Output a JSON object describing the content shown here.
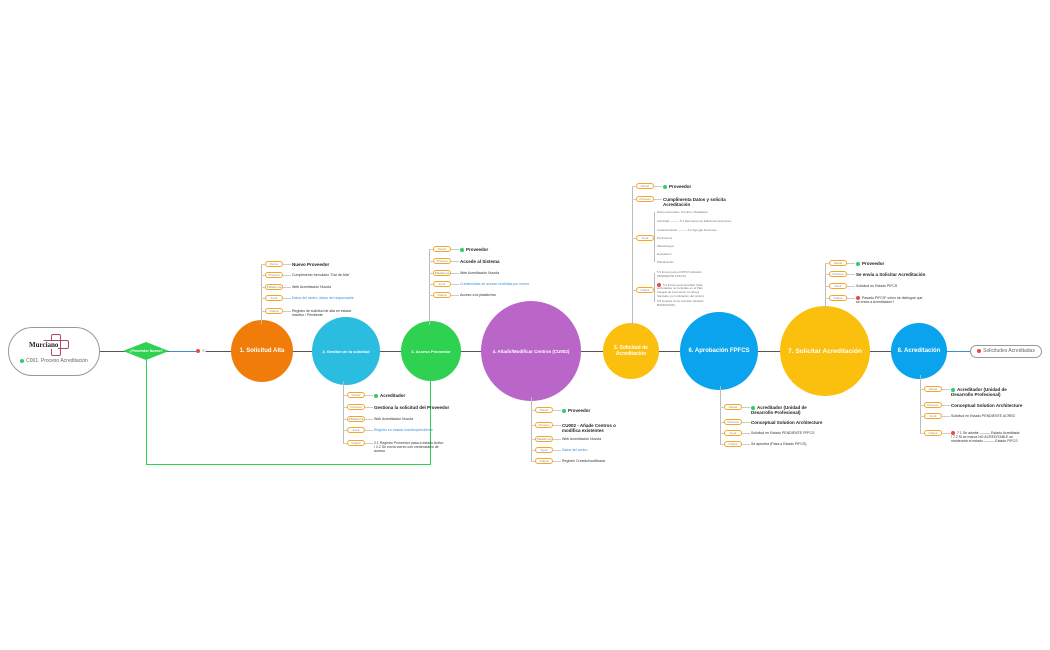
{
  "start": {
    "logo_text": "Servicio Murciano de Salud",
    "title": "C001. Proceso Acreditación",
    "icon": "check-circle-icon"
  },
  "decision": {
    "label": "¿Proveedor Nuevo?",
    "yes_label": "Sí",
    "yes_icon": "error-circle-icon"
  },
  "end": {
    "label": "Solicitudes Acreditadas",
    "icon": "error-circle-icon"
  },
  "colors": {
    "orange": "#f07c0a",
    "cyan": "#2bbde0",
    "green": "#2ed150",
    "purple": "#b966c8",
    "yellow": "#fbbf0e",
    "blue": "#0aa3ee",
    "pill_border": "#f5a623",
    "link": "#3a8fd8"
  },
  "steps": [
    {
      "label": "1. Solicitud Alta",
      "color": "#f07c0a"
    },
    {
      "label": "2. Gestión de la solicitud",
      "color": "#2bbde0"
    },
    {
      "label": "3. Acceso Proveedor",
      "color": "#2ed150"
    },
    {
      "label": "4. Añadir/Modificar Centros (CU002)",
      "color": "#b966c8"
    },
    {
      "label": "5. Solicitud de Acreditación",
      "color": "#fbbf0e"
    },
    {
      "label": "6. Aprobación FPFCS",
      "color": "#0aa3ee"
    },
    {
      "label": "7. Solicitar Acreditación",
      "color": "#fbbf0e"
    },
    {
      "label": "8. Acreditación",
      "color": "#0aa3ee"
    }
  ],
  "branches": [
    {
      "items": [
        {
          "tag": "Owner",
          "text": "Nuevo Proveedor",
          "style": "big"
        },
        {
          "tag": "Proceso",
          "text": "Cumplimento formulario \"Dar de Alta\""
        },
        {
          "tag": "Plataforma",
          "text": "Web Acreditación Nuvola"
        },
        {
          "tag": "Input",
          "text": "Datos del centro, datos del responsable",
          "style": "link"
        },
        {
          "tag": "Output",
          "text": "Registro de solicitud de alta en estado Inactivo / Pendiente"
        }
      ]
    },
    {
      "items": [
        {
          "tag": "Owner",
          "text": "Acreditador",
          "style": "big",
          "icon": "ok"
        },
        {
          "tag": "Proceso",
          "text": "Gestiona la solicitud del Proveedor",
          "style": "big"
        },
        {
          "tag": "Plataforma",
          "text": "Web Acreditación Nuvola"
        },
        {
          "tag": "Input",
          "text": "Registro en estado Inactivo/pendiente",
          "style": "link"
        },
        {
          "tag": "Output",
          "text": "2.1 Registro Proveedor pasa a estado Activo / 2.2 Se envía correo con credenciales de acceso"
        }
      ]
    },
    {
      "items": [
        {
          "tag": "Owner",
          "text": "Proveedor",
          "style": "big",
          "icon": "ok"
        },
        {
          "tag": "Proceso",
          "text": "Accede al Sistema",
          "style": "big"
        },
        {
          "tag": "Plataforma",
          "text": "Web Acreditación Nuvola"
        },
        {
          "tag": "Input",
          "text": "Credenciales de acceso recibidas por correo",
          "style": "link"
        },
        {
          "tag": "Output",
          "text": "Acceso a la plataforma"
        }
      ]
    },
    {
      "items": [
        {
          "tag": "Owner",
          "text": "Proveedor",
          "style": "big",
          "icon": "ok"
        },
        {
          "tag": "Proceso",
          "text": "CU002 - Añade Centros o modifica existentes",
          "style": "big"
        },
        {
          "tag": "Plataforma",
          "text": "Web Acreditación Nuvola"
        },
        {
          "tag": "Input",
          "text": "Datos del centro",
          "style": "link"
        },
        {
          "tag": "Output",
          "text": "Registro Creado/modificado"
        }
      ]
    },
    {
      "items": [
        {
          "tag": "Owner",
          "text": "Proveedor",
          "style": "big",
          "icon": "ok"
        },
        {
          "tag": "Proceso",
          "text": "Cumplimenta Datos y solicita Acreditación",
          "style": "big"
        },
        {
          "tag": "Input",
          "text": ""
        },
        {
          "tag": "Output",
          "text": ""
        }
      ],
      "input_sub": [
        "Datos Generales: Nombre, Modalidad",
        "Actividad ——— 5.1 Recuperar de Ediciones Anteriores",
        "Características ——— 5.2 Agregar Docentes",
        "Pertinencia",
        "Metodología",
        "Evaluación",
        "Planificación"
      ],
      "output_sub": [
        "5.3 Envía para el FPFCS (Estado PENDIENTE FPFCS)",
        "5.4 Envía para acreditar (Solo actividades no incluidas en el Plan Integral de Formación Continua Sanitaria, por indicación del centro)",
        "5.5 Guarda como borrador (Estado BORRADOR)"
      ]
    },
    {
      "items": [
        {
          "tag": "Owner",
          "text": "Acreditador (Unidad de Desarrollo Profesional)",
          "style": "big",
          "icon": "ok"
        },
        {
          "tag": "Proceso",
          "text": "Conceptual Solution Architecture",
          "style": "big"
        },
        {
          "tag": "Input",
          "text": "Solicitud en Estado PENDIENTE FPFCS"
        },
        {
          "tag": "Output",
          "text": "Se aprueba (Pasa a Estado PIFCS)"
        }
      ]
    },
    {
      "items": [
        {
          "tag": "Owner",
          "text": "Proveedor",
          "style": "big",
          "icon": "ok"
        },
        {
          "tag": "Proceso",
          "text": "Se envía a Solicitar Acreditación",
          "style": "big"
        },
        {
          "tag": "Input",
          "text": "Solicitud en Estado PIFCS"
        },
        {
          "tag": "Output",
          "text": "Pasado PIFCS* cómo se distingue que se envía a Acreditación?",
          "icon": "err"
        }
      ]
    },
    {
      "items": [
        {
          "tag": "Owner",
          "text": "Acreditador (Unidad de Desarrollo Profesional)",
          "style": "big",
          "icon": "ok"
        },
        {
          "tag": "Proceso",
          "text": "Conceptual Solution Architecture",
          "style": "big"
        },
        {
          "tag": "Input",
          "text": "Solicitud en Estado PENDIENTE ACRED"
        },
        {
          "tag": "Output",
          "text": "7.1 Se admite ——— Estado Acreditada / 7.2 Si se marca NO ACREDITABLE se mantendrá el estado ——— Estado PIFCS",
          "icon": "err"
        }
      ]
    }
  ]
}
